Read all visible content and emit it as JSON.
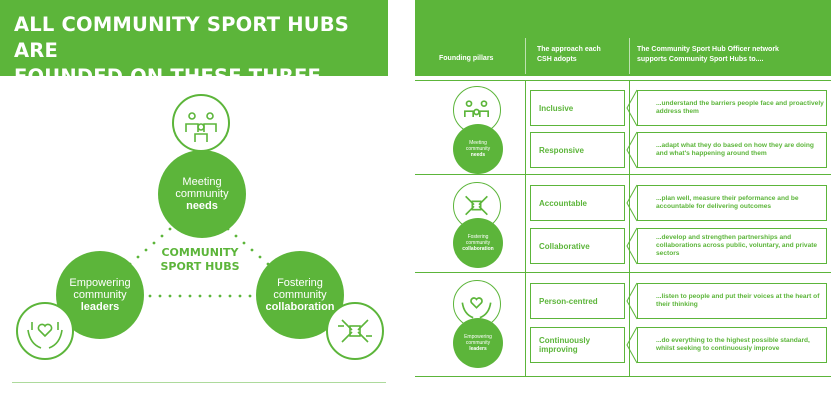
{
  "title": {
    "line1": "ALL COMMUNITY SPORT HUBS ARE",
    "line2": "FOUNDED ON THESE THREE PILLARS"
  },
  "diagram": {
    "center_line1": "COMMUNITY",
    "center_line2": "SPORT HUBS",
    "pillars": [
      {
        "line1": "Meeting",
        "line2": "community",
        "line3": "needs",
        "icon": "people-group-icon"
      },
      {
        "line1": "Empowering",
        "line2": "community",
        "line3": "leaders",
        "icon": "hands-heart-icon"
      },
      {
        "line1": "Fostering",
        "line2": "community",
        "line3": "collaboration",
        "icon": "joined-hands-icon"
      }
    ]
  },
  "table": {
    "headers": {
      "col1": "Founding pillars",
      "col2_line1": "The approach each",
      "col2_line2": "CSH adopts",
      "col3_line1": "The Community Sport Hub Officer network",
      "col3_line2": "supports Community Sport Hubs to...."
    },
    "rows": [
      {
        "pillar": {
          "line1": "Meeting",
          "line2": "community",
          "line3": "needs"
        },
        "items": [
          {
            "approach": "Inclusive",
            "desc": "...understand the barriers people face and proactively address them"
          },
          {
            "approach": "Responsive",
            "desc": "...adapt what they do based on how they are doing and what's happening around them"
          }
        ]
      },
      {
        "pillar": {
          "line1": "Fostering",
          "line2": "community",
          "line3": "collaboration"
        },
        "items": [
          {
            "approach": "Accountable",
            "desc": "...plan well, measure their peformance and be accountable for delivering outcomes"
          },
          {
            "approach": "Collaborative",
            "desc": "...develop and strengthen partnerships and collaborations across public, voluntary, and private sectors"
          }
        ]
      },
      {
        "pillar": {
          "line1": "Empowering",
          "line2": "community",
          "line3": "leaders"
        },
        "items": [
          {
            "approach": "Person-centred",
            "desc": "...listen to people and put their voices at the heart of their thinking"
          },
          {
            "approach": "Continuously improving",
            "desc": "...do everything to the highest possible standard, whilst seeking to continuously improve"
          }
        ]
      }
    ]
  },
  "colors": {
    "brand_green": "#5cb53a",
    "background": "#ffffff",
    "text_on_green": "#ffffff"
  }
}
